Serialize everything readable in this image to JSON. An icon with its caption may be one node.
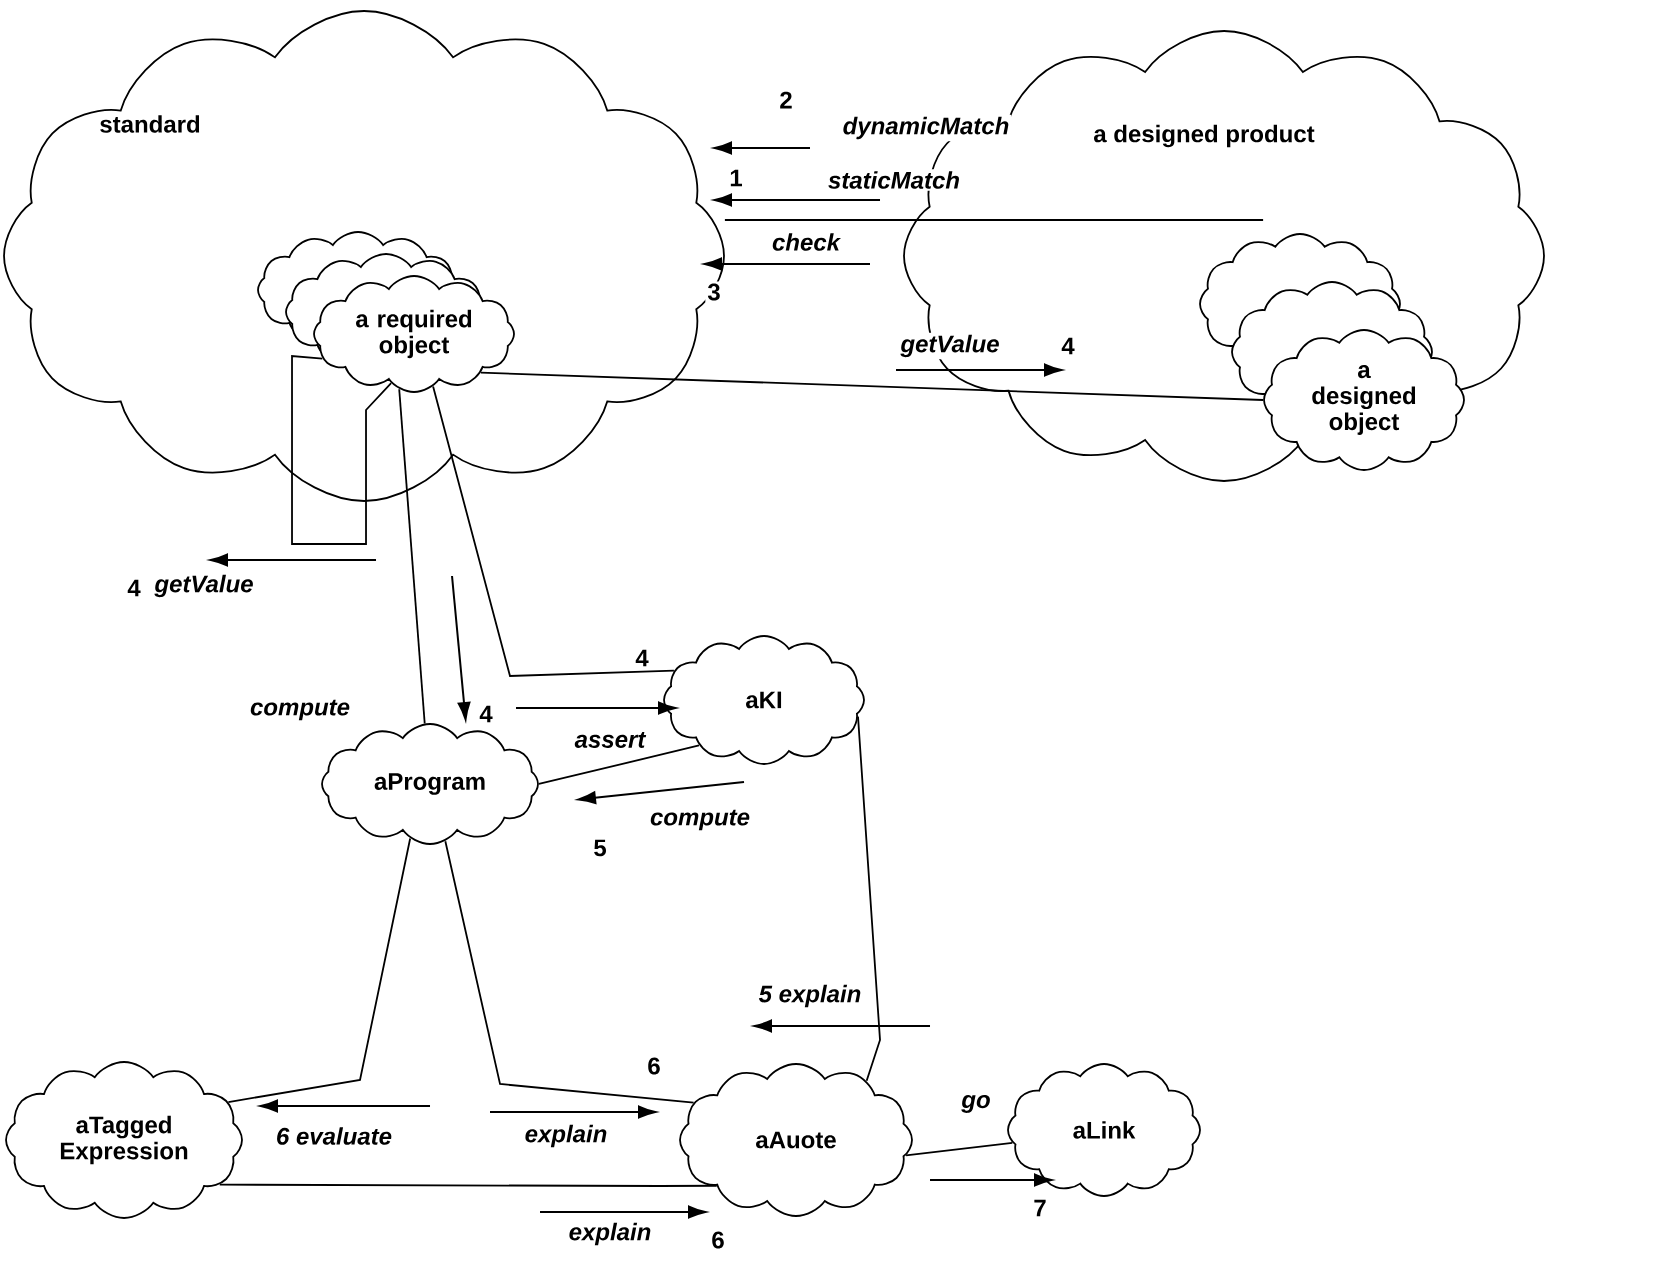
{
  "diagram": {
    "nodes": [
      {
        "text": [
          "standard"
        ]
      },
      {
        "text": [
          "a designed product"
        ]
      },
      {
        "text": [
          "a required object"
        ],
        "in": 0
      },
      {
        "text": [
          "a designed object"
        ],
        "in": 1
      },
      {
        "text": [
          "aKI"
        ]
      },
      {
        "text": [
          "aProgram"
        ]
      },
      {
        "text": [
          "aTagged Expression"
        ]
      },
      {
        "text": [
          "aAuote"
        ]
      },
      {
        "text": [
          "aLink"
        ]
      }
    ],
    "edges": [
      {
        "from": 0,
        "to": 3,
        "arrow": "none"
      },
      {
        "from": 2,
        "to": 3,
        "arrow": "none"
      },
      {
        "from": 2,
        "to": 2,
        "arrow": "none"
      },
      {
        "from": 2,
        "to": 5,
        "arrow": "none"
      },
      {
        "from": 2,
        "to": 4,
        "arrow": "none"
      },
      {
        "from": 4,
        "to": 5,
        "arrow": "none"
      },
      {
        "from": 4,
        "to": 7,
        "arrow": "none"
      },
      {
        "from": 5,
        "to": 6,
        "arrow": "none"
      },
      {
        "from": 5,
        "to": 7,
        "arrow": "none"
      },
      {
        "from": 6,
        "to": 7,
        "arrow": "none"
      },
      {
        "from": 7,
        "to": 8,
        "arrow": "none"
      }
    ],
    "labels": [
      "2",
      "dynamicMatch",
      "1",
      "staticMatch",
      "check",
      "3",
      "getValue",
      "4",
      "4",
      "getValue",
      "4",
      "compute",
      "4",
      "assert",
      "compute",
      "5",
      "5 *explain*",
      "6",
      "6 *evaluate*",
      "explain",
      "go",
      "7",
      "explain",
      "6"
    ]
  }
}
